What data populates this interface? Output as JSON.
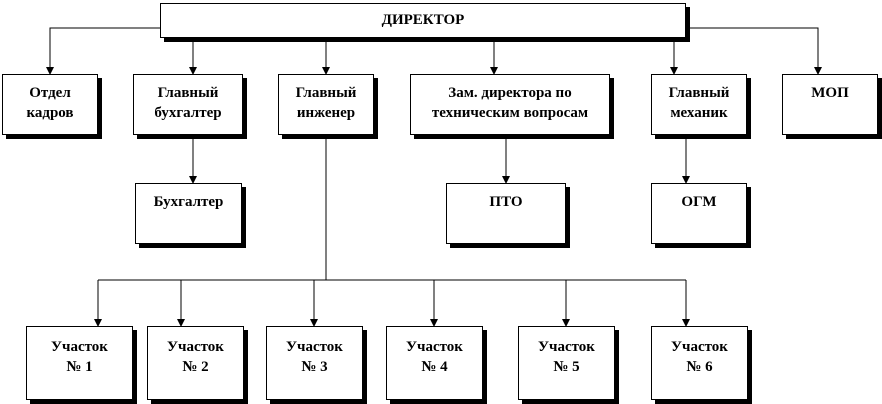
{
  "director": "ДИРЕКТОР",
  "departments": {
    "hr": "Отдел\nкадров",
    "chief_accountant": "Главный\nбухгалтер",
    "chief_engineer": "Главный\nинженер",
    "deputy_tech": "Зам. директора по\nтехническим вопросам",
    "chief_mechanic": "Главный\nмеханик",
    "mop": "МОП"
  },
  "subunits": {
    "accountant": "Бухгалтер",
    "pto": "ПТО",
    "ogm": "ОГМ"
  },
  "sections": [
    "Участок\n№ 1",
    "Участок\n№ 2",
    "Участок\n№ 3",
    "Участок\n№ 4",
    "Участок\n№ 5",
    "Участок\n№ 6"
  ]
}
